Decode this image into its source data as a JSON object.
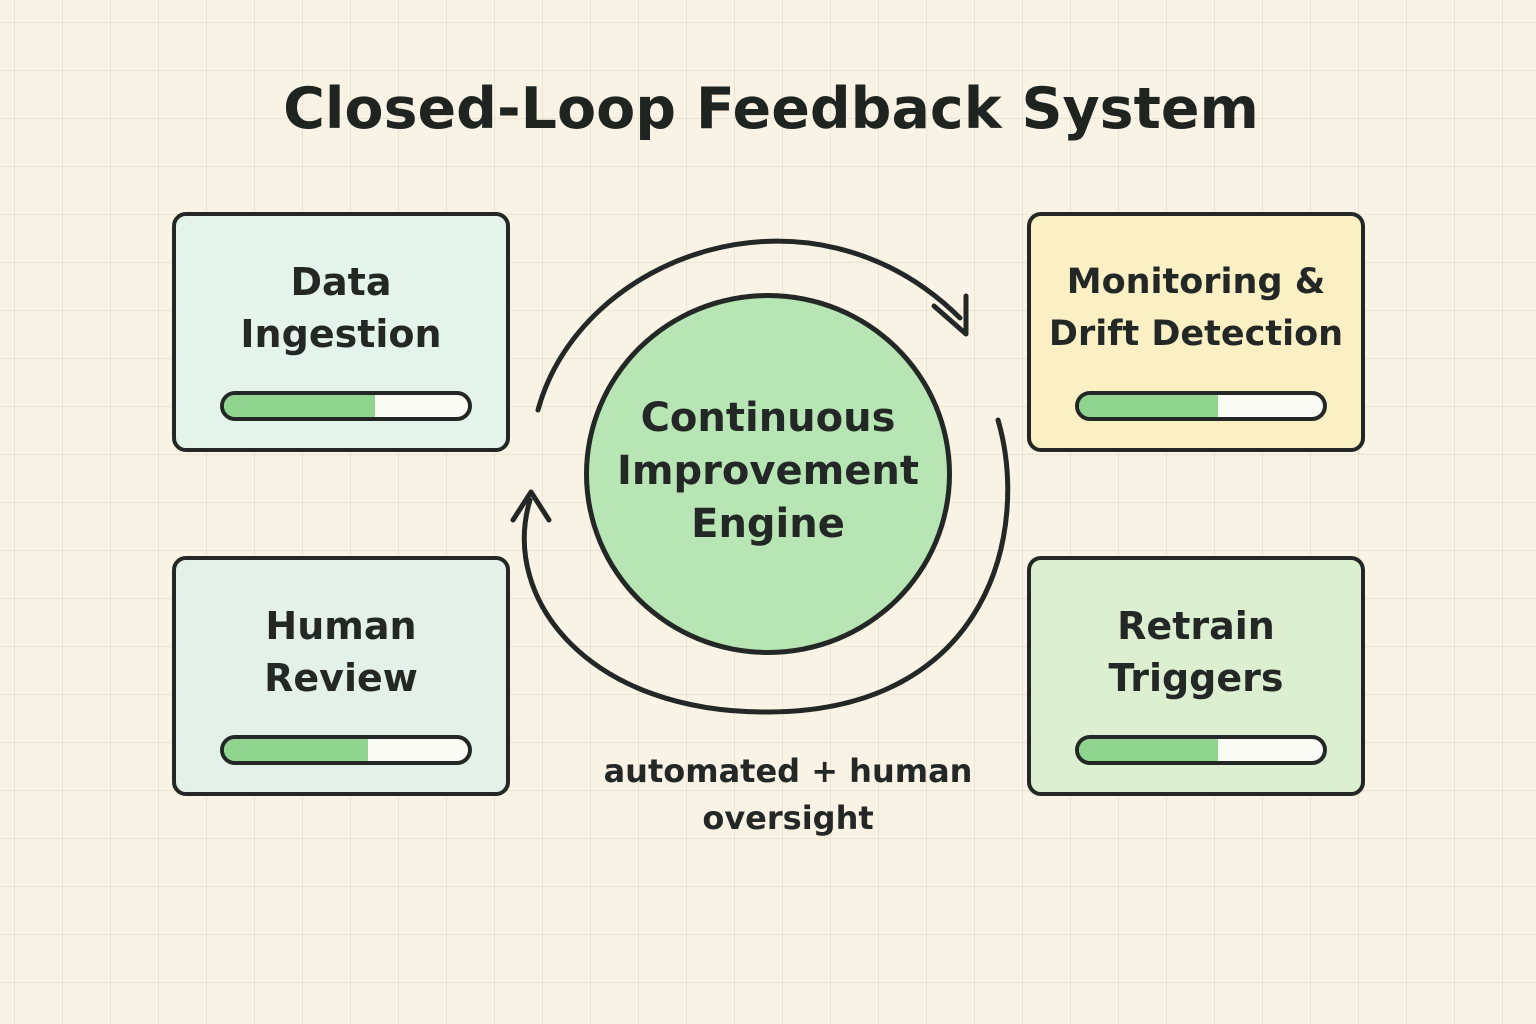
{
  "title": "Closed-Loop Feedback System",
  "center": {
    "label": "Continuous\nImprovement\nEngine",
    "fill_color": "#b7e5b4"
  },
  "cards": [
    {
      "id": "data-ingestion",
      "label": "Data\nIngestion",
      "bg_color": "#e4f3ec",
      "progress": 0.62
    },
    {
      "id": "monitoring-drift-detection",
      "label": "Monitoring &\nDrift Detection",
      "bg_color": "#fbefc4",
      "progress": 0.57
    },
    {
      "id": "human-review",
      "label": "Human\nReview",
      "bg_color": "#e4f1ea",
      "progress": 0.59
    },
    {
      "id": "retrain-triggers",
      "label": "Retrain\nTriggers",
      "bg_color": "#dcefd0",
      "progress": 0.57
    }
  ],
  "caption": "automated + human\noversight",
  "colors": {
    "background": "#f8f3e5",
    "outline": "#232826",
    "progress_fill": "#8fd48f"
  }
}
